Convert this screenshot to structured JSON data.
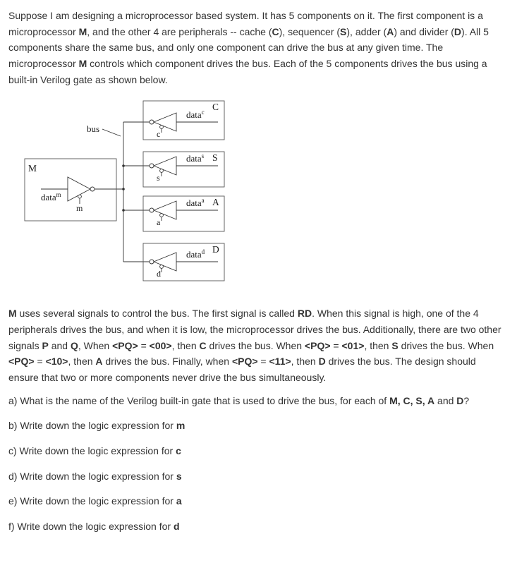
{
  "colors": {
    "text": "#333333",
    "diagram_stroke": "#333333",
    "background": "#ffffff"
  },
  "paragraph1": [
    {
      "t": "Suppose I am designing a microprocessor based system. It has 5 components on it. The first component is a microprocessor "
    },
    {
      "t": "M",
      "b": true
    },
    {
      "t": ", and the other 4 are peripherals -- cache ("
    },
    {
      "t": "C",
      "b": true
    },
    {
      "t": "), sequencer ("
    },
    {
      "t": "S",
      "b": true
    },
    {
      "t": "), adder ("
    },
    {
      "t": "A",
      "b": true
    },
    {
      "t": ") and divider ("
    },
    {
      "t": "D",
      "b": true
    },
    {
      "t": "). All 5 components share the same bus, and only one component can drive the bus at any given time. The microprocessor "
    },
    {
      "t": "M",
      "b": true
    },
    {
      "t": " controls which component drives the bus. Each of the 5 components drives the bus using a built-in Verilog gate as shown below."
    }
  ],
  "diagram": {
    "bus_label": "bus",
    "m": {
      "box_label": "M",
      "data_label": "data",
      "data_sup": "m",
      "enable_label": "m"
    },
    "peripherals": [
      {
        "box_label": "C",
        "data_label": "data",
        "data_sup": "c",
        "enable_label": "c"
      },
      {
        "box_label": "S",
        "data_label": "data",
        "data_sup": "s",
        "enable_label": "s"
      },
      {
        "box_label": "A",
        "data_label": "data",
        "data_sup": "a",
        "enable_label": "a"
      },
      {
        "box_label": "D",
        "data_label": "data",
        "data_sup": "d",
        "enable_label": "d"
      }
    ]
  },
  "paragraph2": [
    {
      "t": "M",
      "b": true
    },
    {
      "t": " uses several signals to control the bus. The first signal is called "
    },
    {
      "t": "RD",
      "b": true
    },
    {
      "t": ". When this signal is high, one of the 4 peripherals drives the bus, and when it is low, the microprocessor drives the bus. Additionally, there are two other signals "
    },
    {
      "t": "P",
      "b": true
    },
    {
      "t": " and "
    },
    {
      "t": "Q",
      "b": true
    },
    {
      "t": ", When "
    },
    {
      "t": "<PQ>",
      "b": true
    },
    {
      "t": " = "
    },
    {
      "t": "<00>",
      "b": true
    },
    {
      "t": ", then "
    },
    {
      "t": "C",
      "b": true
    },
    {
      "t": " drives the bus. When "
    },
    {
      "t": "<PQ>",
      "b": true
    },
    {
      "t": " = "
    },
    {
      "t": "<01>",
      "b": true
    },
    {
      "t": ", then "
    },
    {
      "t": "S",
      "b": true
    },
    {
      "t": " drives the bus. When "
    },
    {
      "t": "<PQ>",
      "b": true
    },
    {
      "t": " = "
    },
    {
      "t": "<10>",
      "b": true
    },
    {
      "t": ", then "
    },
    {
      "t": "A",
      "b": true
    },
    {
      "t": " drives the bus. Finally, when "
    },
    {
      "t": "<PQ>",
      "b": true
    },
    {
      "t": " = "
    },
    {
      "t": "<11>",
      "b": true
    },
    {
      "t": ", then "
    },
    {
      "t": "D",
      "b": true
    },
    {
      "t": " drives the bus. The design should ensure that two or more components never drive the bus simultaneously."
    }
  ],
  "questions": {
    "a": [
      {
        "t": "a) What is the name of the Verilog built-in gate that is used to drive the bus, for each of "
      },
      {
        "t": "M, C, S, A",
        "b": true
      },
      {
        "t": " and "
      },
      {
        "t": "D",
        "b": true
      },
      {
        "t": "?"
      }
    ],
    "b": [
      {
        "t": "b) Write down the logic expression for "
      },
      {
        "t": "m",
        "b": true
      }
    ],
    "c": [
      {
        "t": "c) Write down the logic expression for "
      },
      {
        "t": "c",
        "b": true
      }
    ],
    "d": [
      {
        "t": "d) Write down the logic expression for "
      },
      {
        "t": "s",
        "b": true
      }
    ],
    "e": [
      {
        "t": "e) Write down the logic expression for "
      },
      {
        "t": "a",
        "b": true
      }
    ],
    "f": [
      {
        "t": "f) Write down the logic expression for "
      },
      {
        "t": "d",
        "b": true
      }
    ]
  }
}
